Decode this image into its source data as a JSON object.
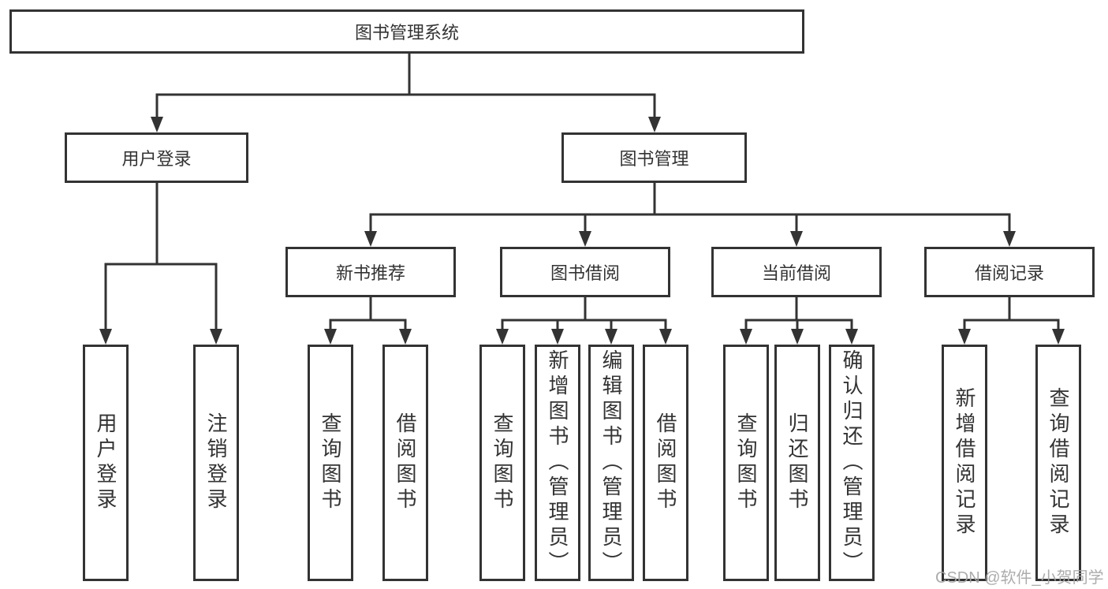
{
  "tree": {
    "root": "图书管理系统",
    "branches": [
      {
        "label": "用户登录",
        "children": [
          "用户登录",
          "注销登录"
        ]
      },
      {
        "label": "图书管理",
        "children": [
          {
            "label": "新书推荐",
            "children": [
              "查询图书",
              "借阅图书"
            ]
          },
          {
            "label": "图书借阅",
            "children": [
              "查询图书",
              "新增图书（管理员）",
              "编辑图书（管理员）",
              "借阅图书"
            ]
          },
          {
            "label": "当前借阅",
            "children": [
              "查询图书",
              "归还图书",
              "确认归还（管理员）"
            ]
          },
          {
            "label": "借阅记录",
            "children": [
              "新增借阅记录",
              "查询借阅记录"
            ]
          }
        ]
      }
    ]
  },
  "watermark": {
    "text": "CSDN @软件_小贺同学"
  },
  "colors": {
    "line": "#333333",
    "text": "#333333",
    "watermark": "#a6a6a6",
    "background": "#ffffff"
  }
}
